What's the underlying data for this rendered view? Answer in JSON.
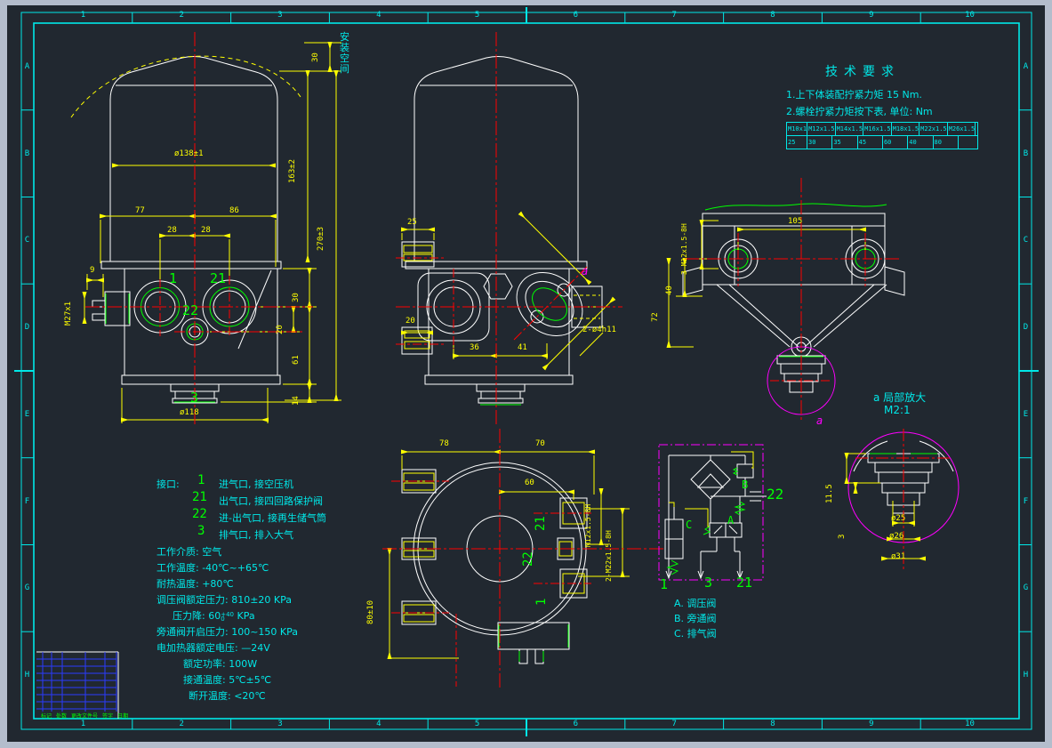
{
  "frame": {
    "cols": [
      "1",
      "2",
      "3",
      "4",
      "5",
      "6",
      "7",
      "8",
      "9",
      "10"
    ],
    "rows": [
      "A",
      "B",
      "C",
      "D",
      "E",
      "F",
      "G",
      "H"
    ]
  },
  "tech_requirements": {
    "title": "技术要求",
    "note1": "1.上下体装配拧紧力矩 15 Nm.",
    "note2": "2.螺栓拧紧力矩按下表, 单位: Nm",
    "torque_table": {
      "headers": [
        "M10x1",
        "M12x1.5",
        "M14x1.5",
        "M16x1.5",
        "M18x1.5",
        "M22x1.5",
        "M26x1.5",
        ""
      ],
      "values": [
        "25",
        "30",
        "35",
        "45",
        "60",
        "40",
        "80",
        ""
      ]
    }
  },
  "ports_legend": {
    "label": "接口:",
    "items": [
      {
        "num": "1",
        "desc": "进气口, 接空压机"
      },
      {
        "num": "21",
        "desc": "出气口, 接四回路保护阀"
      },
      {
        "num": "22",
        "desc": "进-出气口, 接再生储气筒"
      },
      {
        "num": "3",
        "desc": "排气口, 排入大气"
      }
    ]
  },
  "specs": {
    "medium": "工作介质: 空气",
    "temp": "工作温度: -40℃~+65℃",
    "heat": "耐热温度: +80℃",
    "pressure": "调压阀额定压力: 810±20 KPa",
    "drop_label": "压力降: 60",
    "drop_tol_top": "+40",
    "drop_tol_bottom": "0",
    "drop_unit": "KPa",
    "bypass": "旁通阀开启压力: 100~150 KPa",
    "voltage": "电加热器额定电压: —24V",
    "power": "额定功率: 100W",
    "on_temp": "接通温度: 5℃±5℃",
    "off_temp": "断开温度: <20℃"
  },
  "valve_legend": {
    "a": "A. 调压阀",
    "b": "B. 旁通阀",
    "c": "C. 排气阀"
  },
  "detail_view": {
    "title": "a 局部放大",
    "scale": "M2:1",
    "dims": {
      "h": "11.5",
      "step": "3",
      "d1": "ø25",
      "d2": "ø26",
      "d3": "ø31"
    }
  },
  "front_view": {
    "install_note": "安装空间",
    "dims": {
      "clearance": "30",
      "dia": "ø138±1",
      "h1": "163±2",
      "h2": "270±3",
      "w1": "77",
      "w2": "86",
      "s1": "28",
      "s2": "28",
      "pin": "9",
      "thread": "M27x1",
      "r30": "30",
      "r20": "20",
      "r61": "61",
      "r14": "14",
      "base": "ø118"
    },
    "ports": {
      "p1": "1",
      "p21": "21",
      "p22": "22",
      "p3": "3"
    }
  },
  "side_view": {
    "dims": {
      "clamp": "25",
      "b": "20",
      "c": "36",
      "d": "41",
      "holes": "2-ø4h11"
    },
    "detail_mark": "a"
  },
  "rear_view": {
    "dims": {
      "span": "105",
      "a": "40",
      "b": "72",
      "thread": "3-M12x1.5-8H"
    },
    "detail_mark": "a"
  },
  "bottom_view": {
    "dims": {
      "a": "78",
      "b": "70",
      "c": "60",
      "h": "80±10",
      "t1": "M12x1.5-8H",
      "t2": "2-M22x1.5-8H"
    },
    "ports": {
      "p21": "21",
      "p22": "22",
      "p1": "1"
    }
  },
  "schematic": {
    "valves": {
      "a": "A",
      "b": "B",
      "c": "C"
    },
    "ports": {
      "p1": "1",
      "p3": "3",
      "p21": "21",
      "p22": "22"
    }
  },
  "revision_strip": {
    "labels": [
      "标记",
      "处数",
      "更改文件号",
      "签字",
      "日期"
    ]
  },
  "colors": {
    "background": "#212830",
    "line": "#ffffff",
    "dimension": "#ffff00",
    "centerline": "#ff0000",
    "highlight": "#00ff00",
    "annotation": "#00e8e8",
    "detail": "#ff00ff",
    "grid": "#2a3bff"
  }
}
